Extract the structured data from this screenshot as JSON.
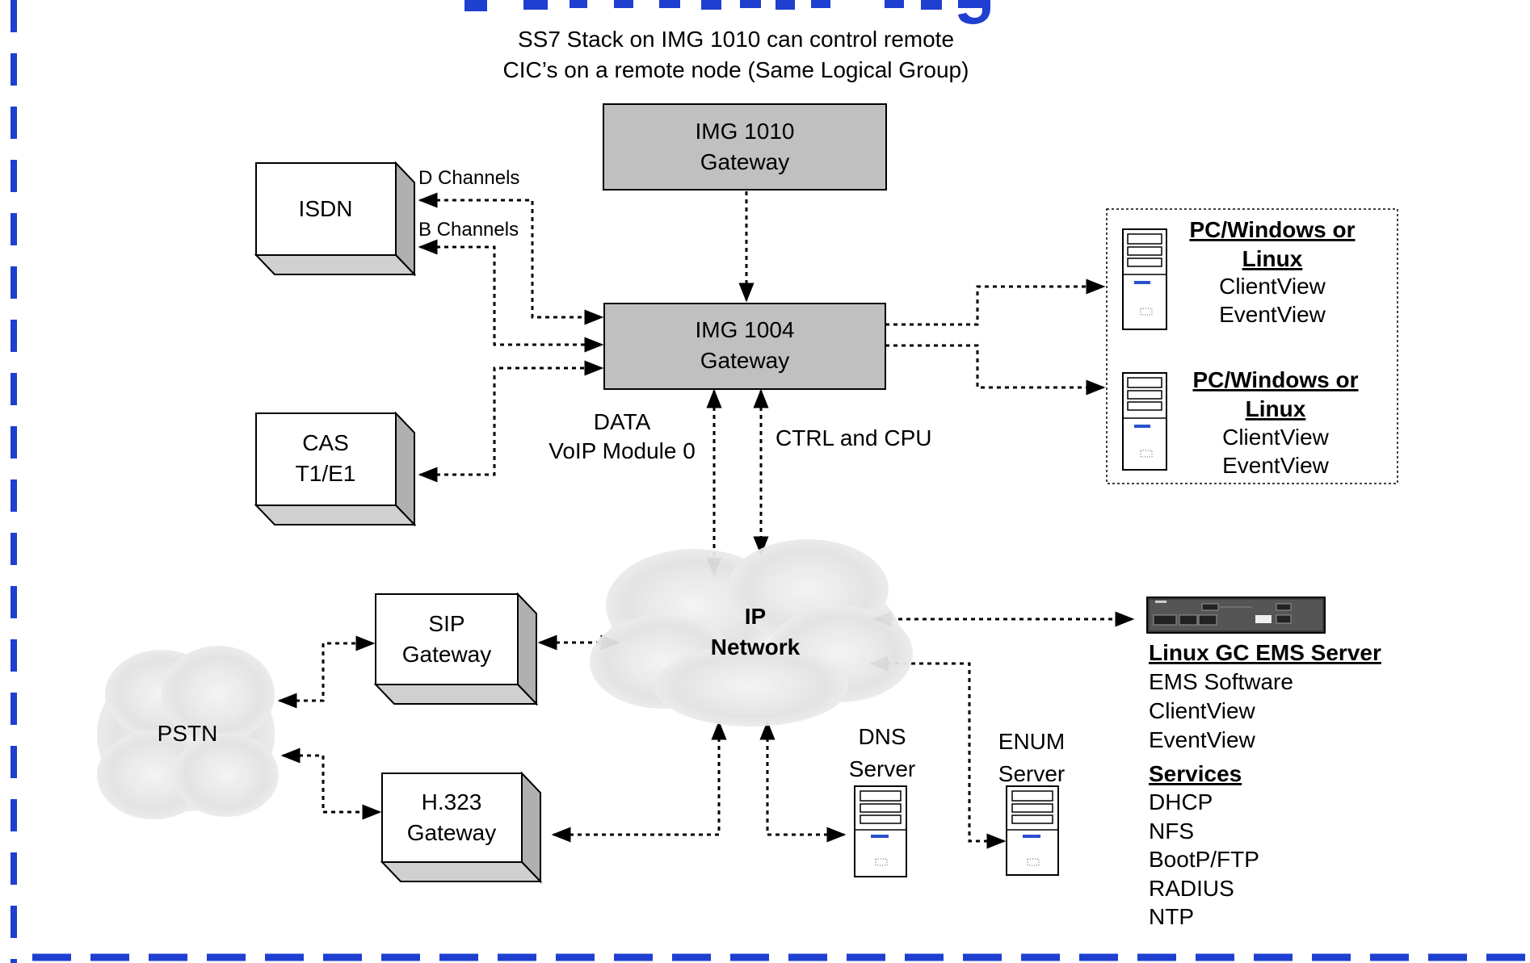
{
  "header": {
    "title_fragment": "p... ... ...g",
    "note_line1": "SS7 Stack on IMG 1010 can control remote",
    "note_line2": "CIC’s on a remote node (Same Logical Group)"
  },
  "img1010": {
    "line1": "IMG 1010",
    "line2": "Gateway"
  },
  "img1004": {
    "line1": "IMG 1004",
    "line2": "Gateway"
  },
  "isdn": {
    "label": "ISDN"
  },
  "cas": {
    "line1": "CAS",
    "line2": "T1/E1"
  },
  "labels": {
    "d_channels": "D Channels",
    "b_channels": "B Channels",
    "data_line1": "DATA",
    "data_line2": "VoIP Module 0",
    "ctrl_cpu": "CTRL and CPU"
  },
  "pc1": {
    "title_line1": "PC/Windows or",
    "title_line2": "Linux",
    "app1": "ClientView",
    "app2": "EventView"
  },
  "pc2": {
    "title_line1": "PC/Windows or",
    "title_line2": "Linux",
    "app1": "ClientView",
    "app2": "EventView"
  },
  "ip_network": {
    "line1": "IP",
    "line2": "Network"
  },
  "pstn": {
    "label": "PSTN"
  },
  "sip_gateway": {
    "line1": "SIP",
    "line2": "Gateway"
  },
  "h323_gateway": {
    "line1": "H.323",
    "line2": "Gateway"
  },
  "dns_server": {
    "line1": "DNS",
    "line2": "Server"
  },
  "enum_server": {
    "line1": "ENUM",
    "line2": "Server"
  },
  "ems_server": {
    "title": "Linux GC EMS Server",
    "items": [
      "EMS Software",
      "ClientView",
      "EventView"
    ],
    "services_title": "Services",
    "services": [
      "DHCP",
      "NFS",
      "BootP/FTP",
      "RADIUS",
      "NTP"
    ]
  },
  "colors": {
    "border_dash": "#1f3fd0",
    "gateway_fill": "#c0c0c0",
    "box_side": "#b0b0b0",
    "box_bottom": "#d0d0d0",
    "cloud": "#e4e4e4"
  }
}
